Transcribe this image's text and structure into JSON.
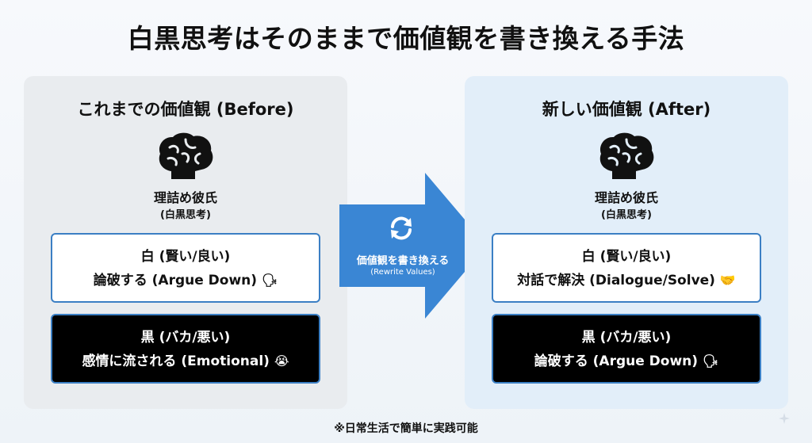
{
  "title": "白黒思考はそのままで価値観を書き換える手法",
  "before": {
    "heading": "これまでの価値観 (Before)",
    "brain_icon": "brain-icon",
    "persona_name": "理詰め彼氏",
    "persona_sub": "(白黒思考)",
    "white_card": {
      "line1": "白 (賢い/良い)",
      "line2": "論破する (Argue Down)",
      "emoji": "🗣"
    },
    "black_card": {
      "line1": "黒 (バカ/悪い)",
      "line2": "感情に流される (Emotional)",
      "emoji": "😭"
    }
  },
  "arrow": {
    "label": "価値観を書き換える",
    "sub_label": "(Rewrite Values)",
    "color": "#3a86d4",
    "icon": "refresh-icon"
  },
  "after": {
    "heading": "新しい価値観 (After)",
    "brain_icon": "brain-icon",
    "persona_name": "理詰め彼氏",
    "persona_sub": "(白黒思考)",
    "white_card": {
      "line1": "白 (賢い/良い)",
      "line2": "対話で解決 (Dialogue/Solve)",
      "emoji": "🤝"
    },
    "black_card": {
      "line1": "黒 (バカ/悪い)",
      "line2": "論破する (Argue Down)",
      "emoji": "🗣"
    }
  },
  "footnote": "※日常生活で簡単に実践可能"
}
